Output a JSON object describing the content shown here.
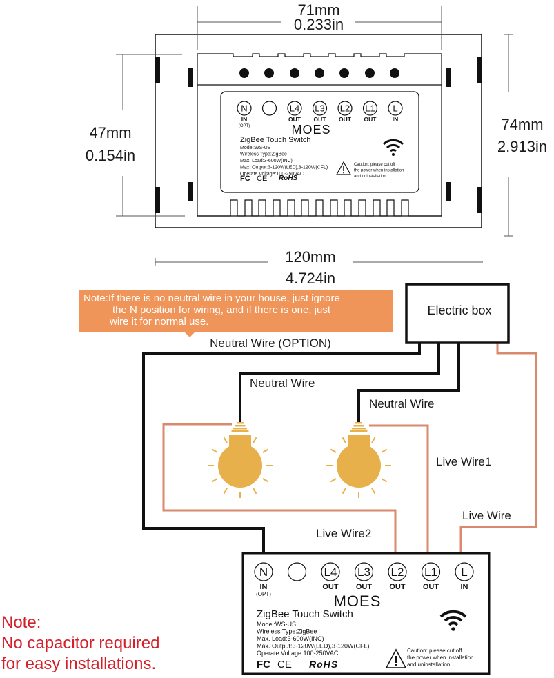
{
  "dimensions": {
    "top_width_mm": "71mm",
    "top_width_in": "0.233in",
    "left_height_mm": "47mm",
    "left_height_in": "0.154in",
    "right_height_mm": "74mm",
    "right_height_in": "2.913in",
    "bottom_width_mm": "120mm",
    "bottom_width_in": "4.724in"
  },
  "module_label": {
    "terminals": [
      {
        "id": "N",
        "sub": "IN",
        "sub2": "(OPT)"
      },
      {
        "id": "",
        "sub": "",
        "sub2": ""
      },
      {
        "id": "L4",
        "sub": "OUT",
        "sub2": ""
      },
      {
        "id": "L3",
        "sub": "OUT",
        "sub2": ""
      },
      {
        "id": "L2",
        "sub": "OUT",
        "sub2": ""
      },
      {
        "id": "L1",
        "sub": "OUT",
        "sub2": ""
      },
      {
        "id": "L",
        "sub": "IN",
        "sub2": ""
      }
    ],
    "brand": "MOES",
    "product": "ZigBee Touch Switch",
    "specs": [
      "Model:WS-US",
      "Wireless Type:ZigBee",
      "Max. Load:3-600W(INC)",
      "Max. Output:3-120W(LED),3-120W(CFL)",
      "Operate Voltage:100-250VAC"
    ],
    "certifications": [
      "FC",
      "CE",
      "RoHS"
    ],
    "caution": [
      "Caution: please cut off",
      "the power when installation",
      "and uninstallation"
    ]
  },
  "note_callout": {
    "line1": "Note:If there is no neutral wire in your house, just ignore",
    "line2": "the N position for wiring, and if there is one, just",
    "line3": "wire it for normal use."
  },
  "wiring": {
    "electric_box": "Electric box",
    "neutral_option": "Neutral Wire (OPTION)",
    "neutral_1": "Neutral Wire",
    "neutral_2": "Neutral Wire",
    "live_wire_1": "Live Wire1",
    "live_wire_2": "Live Wire2",
    "live_wire": "Live Wire"
  },
  "red_note": {
    "line1": "Note:",
    "line2": "No capacitor required",
    "line3": "for easy installations."
  },
  "colors": {
    "live_wire": "#d98a6e",
    "neutral_wire": "#000000",
    "bulb": "#e8b04a",
    "note_bg": "#f0955a",
    "red_note": "#d4202a"
  }
}
